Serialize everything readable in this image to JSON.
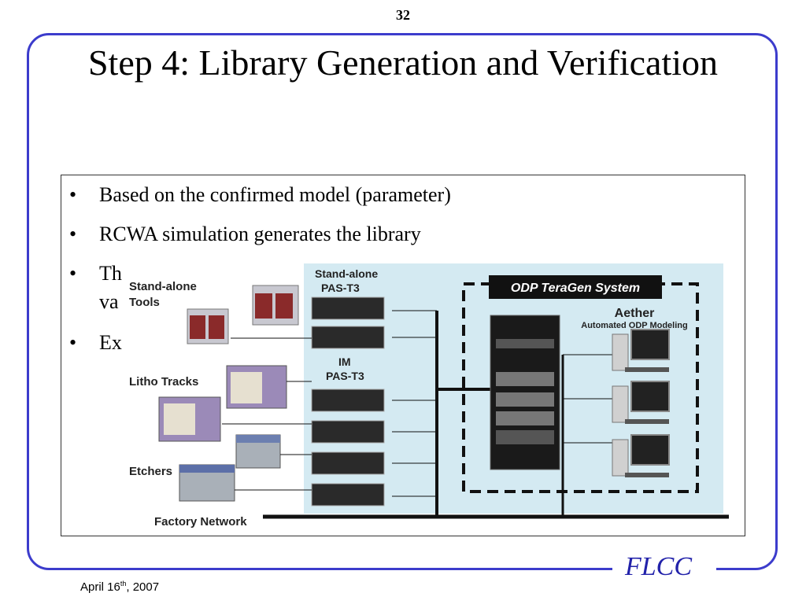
{
  "slide": {
    "page_number": "32",
    "title": "Step 4: Library Generation and Verification",
    "bullets": [
      "Based on the confirmed model (parameter)",
      "RCWA simulation generates the library",
      "Th",
      "Ex"
    ],
    "bullet_continuation": "va"
  },
  "diagram": {
    "labels": {
      "standalone_tools": [
        "Stand-alone",
        "Tools"
      ],
      "litho_tracks": "Litho Tracks",
      "etchers": "Etchers",
      "factory_network": "Factory Network",
      "standalone_pas": [
        "Stand-alone",
        "PAS-T3"
      ],
      "im_pas": [
        "IM",
        "PAS-T3"
      ],
      "system_title": "ODP TeraGen System",
      "aether": "Aether",
      "aether_sub": "Automated ODP Modeling"
    }
  },
  "footer": {
    "date_prefix": "April 16",
    "date_sup": "th",
    "date_suffix": ", 2007",
    "org": "FLCC"
  },
  "colors": {
    "frame": "#3c3ccc",
    "panel": "#d4eaf2",
    "system_title_bg": "#111111",
    "org_text": "#2222aa"
  }
}
